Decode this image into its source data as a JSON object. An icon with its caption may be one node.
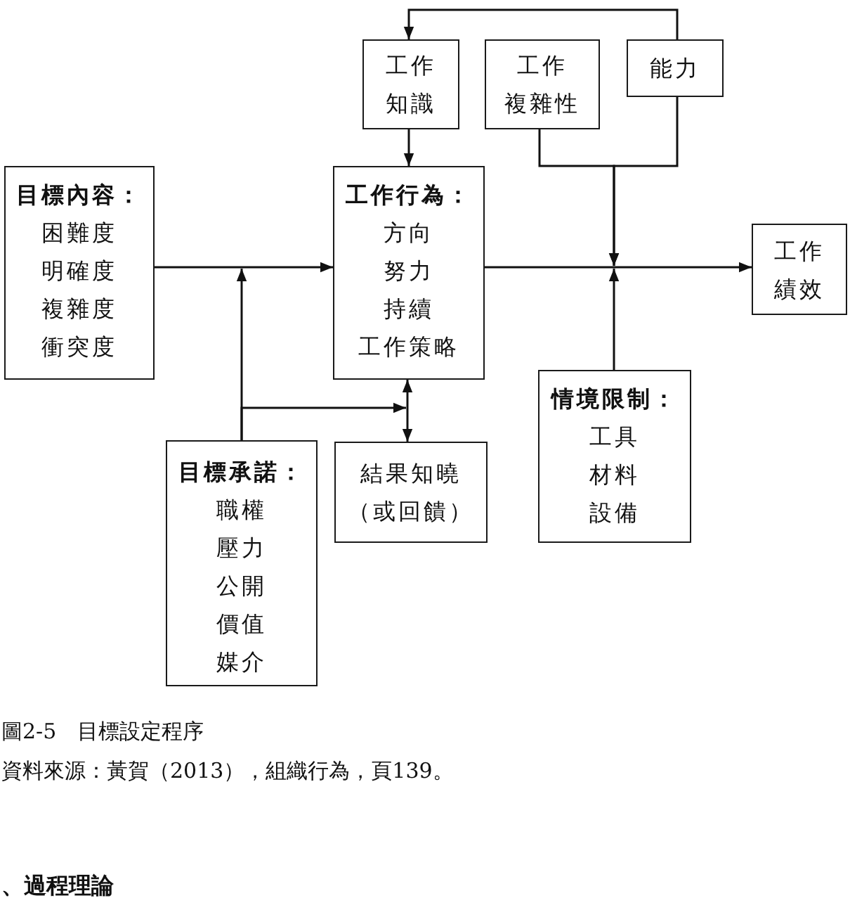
{
  "diagram": {
    "caption": "圖2-5　目標設定程序",
    "nodes": [
      {
        "text": [
          "工作知識"
        ]
      },
      {
        "text": [
          "工作複雜性"
        ]
      },
      {
        "text": [
          "能力"
        ]
      },
      {
        "text": [
          "目標內容：",
          "困難度",
          "明確度",
          "複雜度",
          "衝突度"
        ]
      },
      {
        "text": [
          "工作行為：",
          "方向",
          "努力",
          "持續",
          "工作策略"
        ]
      },
      {
        "text": [
          "工作績效"
        ]
      },
      {
        "text": [
          "目標承諾：",
          "職權",
          "壓力",
          "公開",
          "價值",
          "媒介"
        ]
      },
      {
        "text": [
          "結果知曉（或回饋）"
        ]
      },
      {
        "text": [
          "情境限制：",
          "工具",
          "材料",
          "設備"
        ]
      }
    ],
    "edges": [
      {
        "from": 2,
        "to": 0,
        "arrow": "to"
      },
      {
        "from": 0,
        "to": 4,
        "arrow": "to"
      },
      {
        "from": 1,
        "to": null,
        "arrow": "to"
      },
      {
        "from": 2,
        "to": null,
        "arrow": "to"
      },
      {
        "from": 3,
        "to": 4,
        "arrow": "to"
      },
      {
        "from": 6,
        "to": null,
        "arrow": "to"
      },
      {
        "from": 6,
        "to": 4,
        "arrow": "to"
      },
      {
        "from": 4,
        "to": 7,
        "arrow": "both"
      },
      {
        "from": 4,
        "to": 5,
        "arrow": "to"
      },
      {
        "from": 8,
        "to": null,
        "arrow": "to"
      }
    ],
    "labels": [
      "資料來源：黃賀（2013），組織行為，頁139。",
      "、過程理論"
    ]
  }
}
